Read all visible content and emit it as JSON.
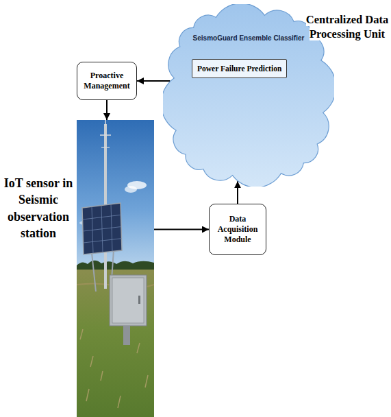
{
  "diagram": {
    "nodes": [
      {
        "text": [
          "SeismoGuard Ensemble Classifier"
        ]
      },
      {
        "text": [
          "Power Failure Prediction"
        ],
        "in": 0
      },
      {
        "text": [
          "Proactive Management"
        ]
      },
      {
        "text": [
          "IoT sensor in Seismic observation station"
        ]
      },
      {
        "text": [
          "Data Acquisition Module"
        ]
      }
    ],
    "edges": [
      {
        "from": 0,
        "to": 2,
        "arrow": "to"
      },
      {
        "from": 2,
        "to": 3,
        "arrow": "to"
      },
      {
        "from": 3,
        "to": 4,
        "arrow": "to"
      },
      {
        "from": 4,
        "to": 0,
        "arrow": "to"
      }
    ],
    "labels": [
      "Centralized Data Processing Unit"
    ]
  }
}
